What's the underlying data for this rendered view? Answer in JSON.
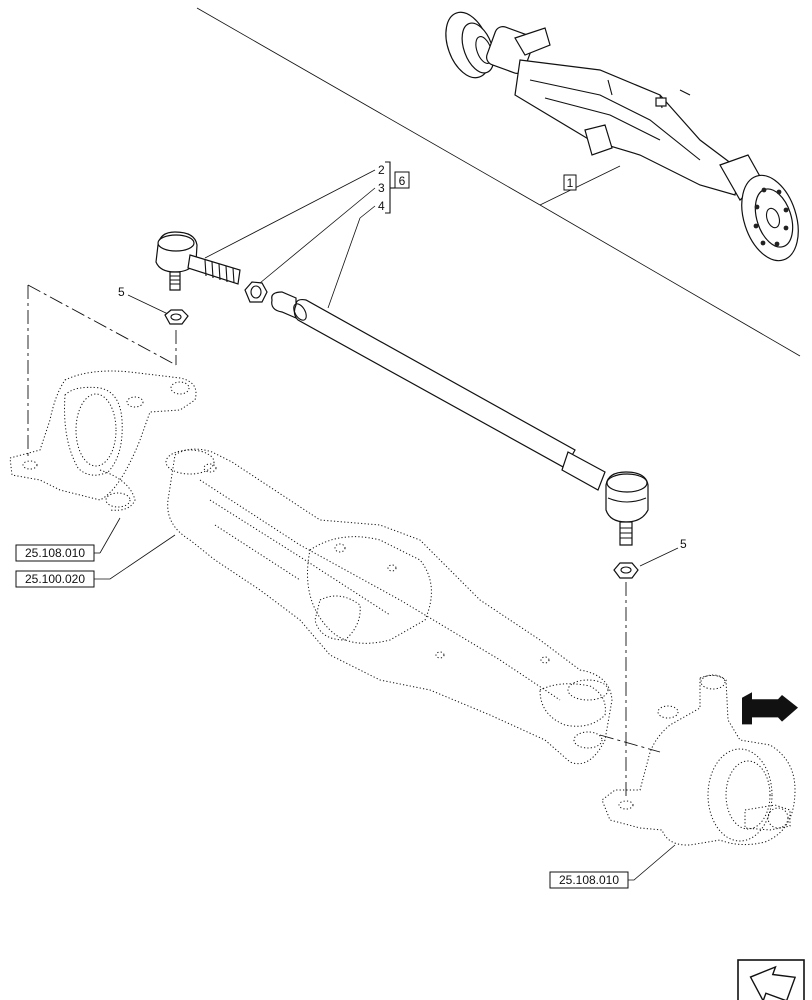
{
  "callouts": {
    "c1": "1",
    "c2": "2",
    "c3": "3",
    "c4": "4",
    "c5_left": "5",
    "c5_right": "5",
    "c6": "6"
  },
  "references": {
    "ref_knuckle_left": "25.108.010",
    "ref_axle_housing": "25.100.020",
    "ref_knuckle_right": "25.108.010"
  },
  "nav": {
    "icon": "previous-page-arrow-icon"
  }
}
